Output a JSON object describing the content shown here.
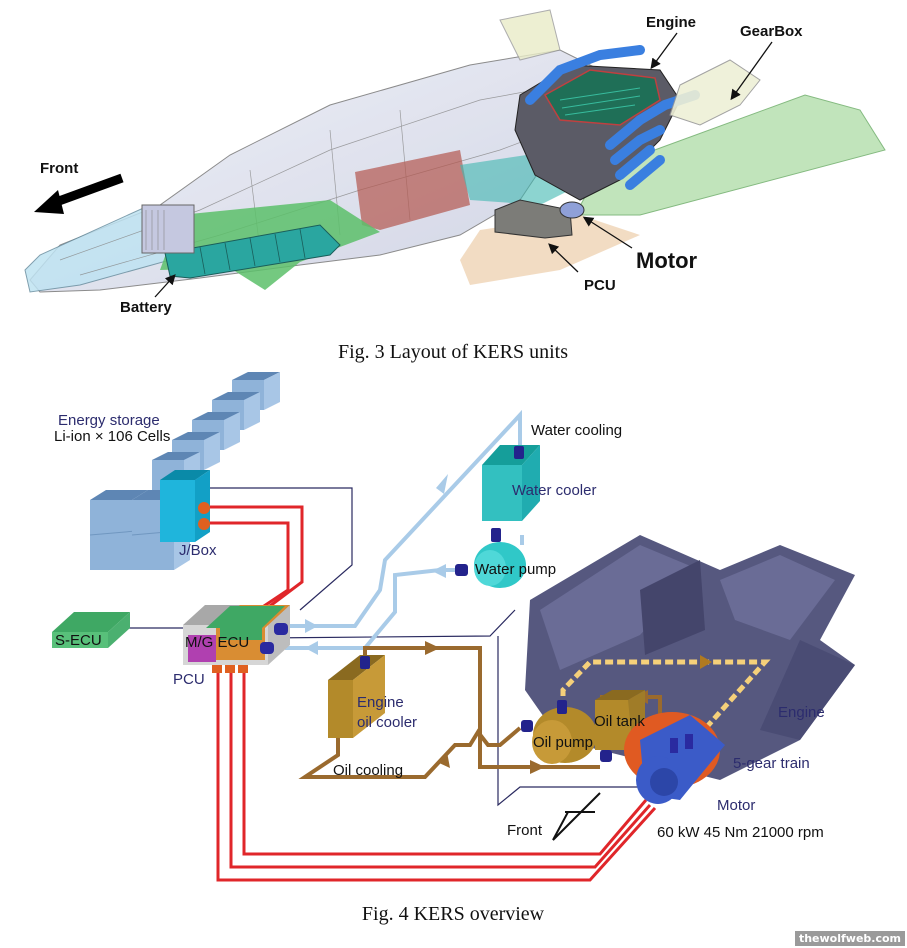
{
  "figure3": {
    "caption": "Fig. 3  Layout of KERS units",
    "labels": {
      "front": "Front",
      "engine": "Engine",
      "gearbox": "GearBox",
      "battery": "Battery",
      "pcu": "PCU",
      "motor": "Motor"
    }
  },
  "figure4": {
    "caption": "Fig. 4  KERS overview",
    "labels": {
      "energy_storage": "Energy storage",
      "cells": "Li-ion ×  106 Cells",
      "jbox": "J/Box",
      "secu": "S-ECU",
      "mg_ecu": "M/G ECU",
      "pcu": "PCU",
      "water_cooling": "Water cooling",
      "water_cooler": "Water cooler",
      "water_pump": "Water pump",
      "engine_oil_cooler_1": "Engine",
      "engine_oil_cooler_2": "oil cooler",
      "oil_cooling": "Oil cooling",
      "oil_pump": "Oil pump",
      "oil_tank": "Oil tank",
      "engine": "Engine",
      "gear_train": "5-gear train",
      "motor": "Motor",
      "motor_spec": "60 kW 45 Nm 21000 rpm",
      "front": "Front"
    },
    "colors": {
      "hv_cable": "#e0262a",
      "water_pipe": "#a9cbe8",
      "oil_pipe": "#9a6a2e",
      "engine_block": "#55577f",
      "battery_cell": "#8fb3d9",
      "ecu_green": "#3fa864",
      "motor_blue": "#3b5bc8",
      "gear_orange": "#e05a22",
      "oil_gold": "#b38a2a",
      "water_teal": "#33c0c0"
    }
  },
  "watermark": "thewolfweb.com"
}
